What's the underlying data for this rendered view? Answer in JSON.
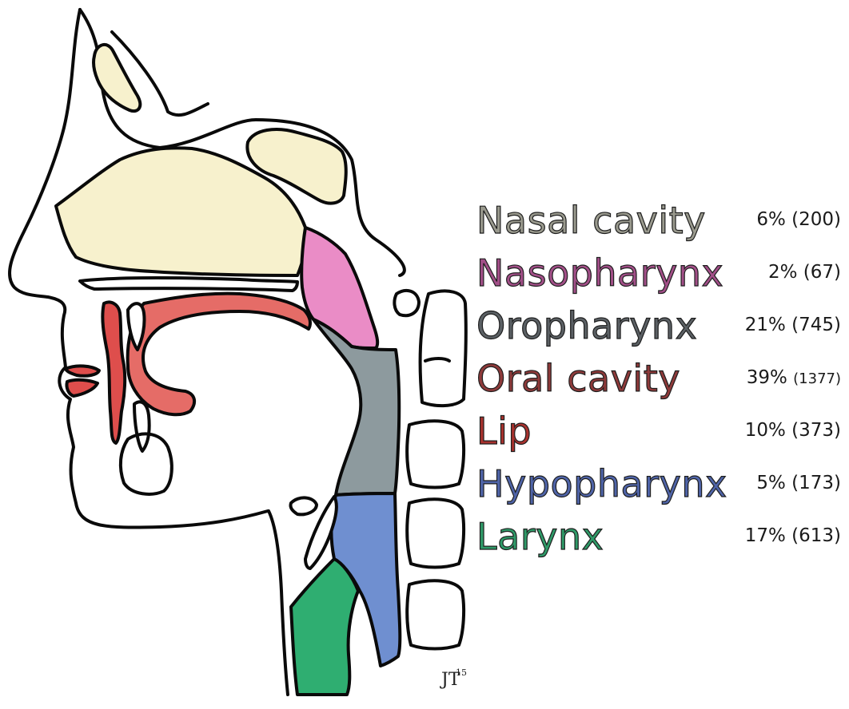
{
  "colors": {
    "nasal_cavity": "#f7f1cd",
    "nasopharynx": "#ea8cc6",
    "oropharynx": "#8d9a9e",
    "oral_cavity": "#e56c67",
    "lip": "#de4e4c",
    "hypopharynx": "#6f8fd0",
    "larynx": "#2fae71",
    "outline": "#0a0a0a",
    "background": "#ffffff"
  },
  "legend": [
    {
      "label": "Nasal cavity",
      "percent": "6%",
      "count": "(200)",
      "color": "#9a9a8e"
    },
    {
      "label": "Nasopharynx",
      "percent": "2%",
      "count": "(67)",
      "color": "#a24f88"
    },
    {
      "label": "Oropharynx",
      "percent": "21%",
      "count": "(745)",
      "color": "#5b6064"
    },
    {
      "label": "Oral cavity",
      "percent": "39%",
      "count": "(1377)",
      "color": "#8e3a3a"
    },
    {
      "label": "Lip",
      "percent": "10%",
      "count": "(373)",
      "color": "#a8322e"
    },
    {
      "label": "Hypopharynx",
      "percent": "5%",
      "count": "(173)",
      "color": "#4f64a8"
    },
    {
      "label": "Larynx",
      "percent": "17%",
      "count": "(613)",
      "color": "#2f9a68"
    }
  ],
  "signature": "JT15"
}
